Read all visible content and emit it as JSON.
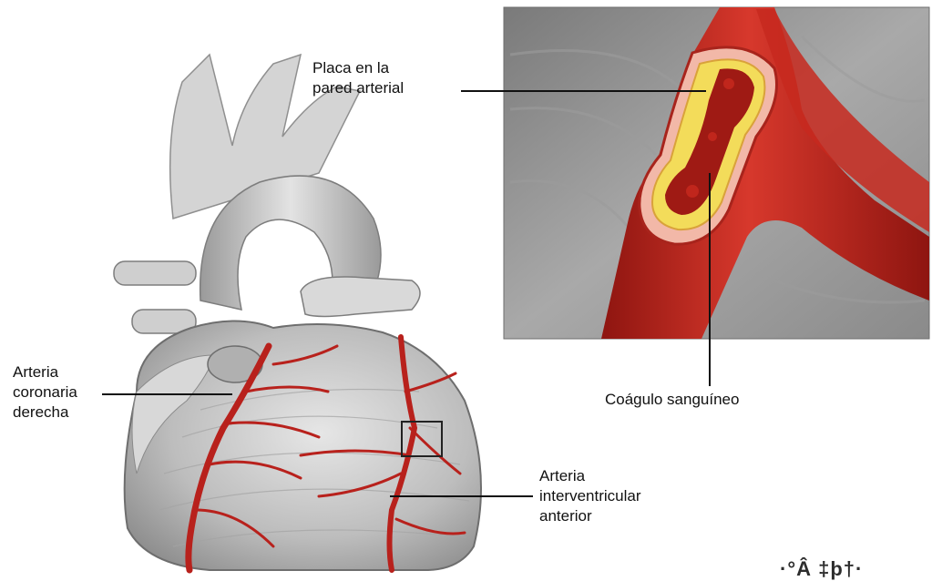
{
  "labels": {
    "plaque": "Placa en la\npared arterial",
    "right_coronary": "Arteria\ncoronaria\nderecha",
    "clot": "Coágulo sanguíneo",
    "anterior_interventricular": "Arteria\ninterventricular\nanterior"
  },
  "watermark": "·°Â ‡þ†·",
  "colors": {
    "artery_red": "#b8211c",
    "plaque_yellow": "#f3dc5a",
    "heart_gray": "#c9c9c9",
    "panel_gray": "#8e8e8e",
    "leader_line": "#111111"
  }
}
